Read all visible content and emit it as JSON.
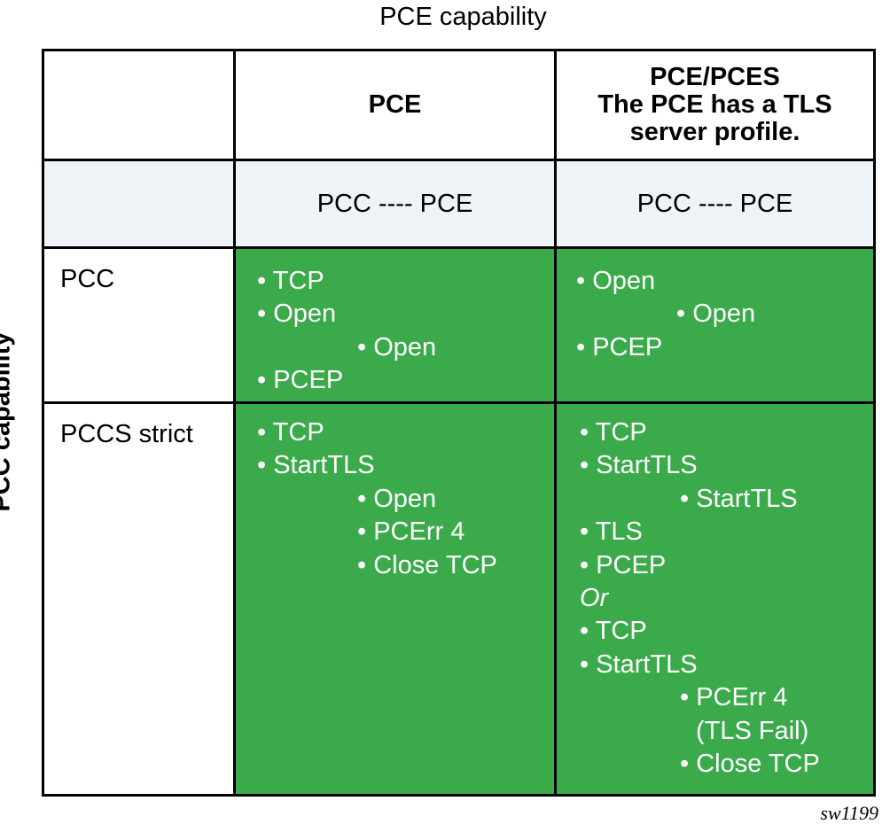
{
  "titles": {
    "top": "PCE capability",
    "side": "PCC capability"
  },
  "columns": {
    "pce": {
      "header": "PCE",
      "sub": "PCC ---- PCE"
    },
    "pces": {
      "header_lines": [
        "PCE/PCES",
        "The PCE has a TLS",
        "server profile."
      ],
      "sub": "PCC ---- PCE"
    }
  },
  "rows": {
    "pcc": {
      "label": "PCC",
      "pce_items": [
        {
          "text": "• TCP",
          "indent": 0
        },
        {
          "text": "• Open",
          "indent": 0
        },
        {
          "text": "• Open",
          "indent": 1
        },
        {
          "text": "• PCEP",
          "indent": 0
        }
      ],
      "pces_items": [
        {
          "text": "• Open",
          "indent": 0
        },
        {
          "text": "• Open",
          "indent": 1
        },
        {
          "text": "• PCEP",
          "indent": 0
        }
      ]
    },
    "pccs": {
      "label": "PCCS strict",
      "pce_items": [
        {
          "text": "• TCP",
          "indent": 0
        },
        {
          "text": "• StartTLS",
          "indent": 0
        },
        {
          "text": "• Open",
          "indent": 1
        },
        {
          "text": "• PCErr 4",
          "indent": 1
        },
        {
          "text": "• Close TCP",
          "indent": 1
        }
      ],
      "pces_items": [
        {
          "text": "• TCP",
          "indent": 0
        },
        {
          "text": "• StartTLS",
          "indent": 0
        },
        {
          "text": "• StartTLS",
          "indent": 1
        },
        {
          "text": "• TLS",
          "indent": 0
        },
        {
          "text": "• PCEP",
          "indent": 0
        },
        {
          "text": "Or",
          "indent": 0,
          "italic": true
        },
        {
          "text": "• TCP",
          "indent": 0
        },
        {
          "text": "• StartTLS",
          "indent": 0
        },
        {
          "text": "• PCErr 4",
          "indent": 1
        },
        {
          "text": "(TLS Fail)",
          "indent": 2
        },
        {
          "text": "• Close TCP",
          "indent": 1
        }
      ]
    }
  },
  "figure_id": "sw1199",
  "colors": {
    "green": "#3aaa4a",
    "header_blue": "#eef3f8"
  }
}
